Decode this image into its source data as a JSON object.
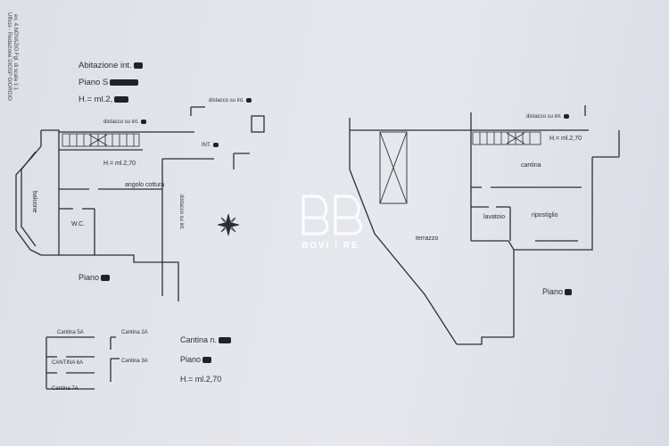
{
  "sheet": {
    "side_note_line1": "Ufficio - Redazione DIOSP GIORGIO",
    "side_note_line2": "ex. 4.NOVAZIO  Fgl. di scala 1:1"
  },
  "left_plan": {
    "title_abitazione": "Abitazione int.",
    "title_piano": "Piano S",
    "title_height": "H.= ml.2,",
    "distacco_top_right": "distacco su int.",
    "distacco_top_left": "distacco su int.",
    "int_label": "INT.",
    "height_label": "H.= ml.2,70",
    "angolo_cottura": "angolo cottura",
    "balcone": "balcone",
    "wc": "W.C.",
    "distacco_vertical": "distacco su int.",
    "piano_bottom": "Piano"
  },
  "right_plan": {
    "distacco_top": "distacco su int.",
    "height_label": "H.= ml.2,70",
    "cantina": "cantina",
    "lavatoio": "lavatoio",
    "ripostiglio": "ripostiglio",
    "terrazzo": "terrazzo",
    "piano_label": "Piano"
  },
  "watermark": {
    "brand": "BOVI | RE"
  },
  "cellar_plan": {
    "cantina_5a": "Cantina 5A",
    "cantina_2a": "Cantina 2A",
    "cantina_6a": "CANTINA 6A",
    "cantina_3a": "Cantina 3A",
    "cantina_7a": "Cantina 7A",
    "title_cantina": "Cantina n.",
    "title_piano": "Piano",
    "title_height": "H.= ml.2,70"
  }
}
